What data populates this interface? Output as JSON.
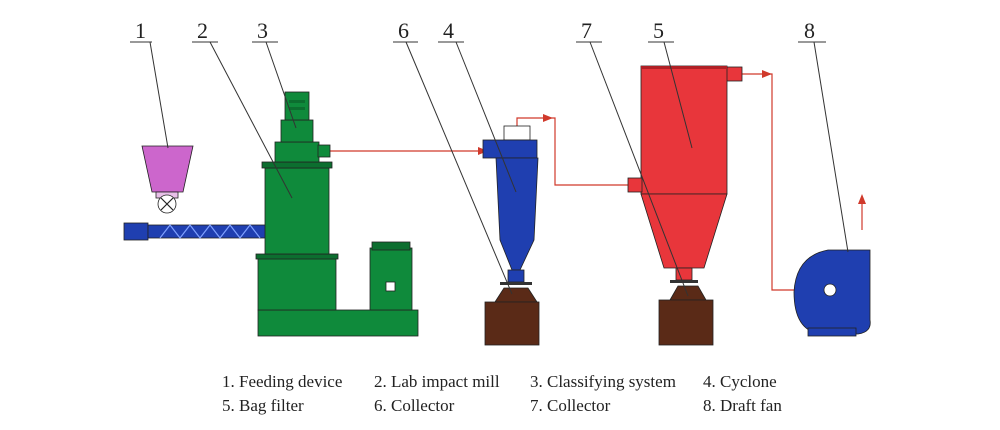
{
  "labels": {
    "n1": "1",
    "n2": "2",
    "n3": "3",
    "n4": "4",
    "n5": "5",
    "n6": "6",
    "n7": "7",
    "n8": "8"
  },
  "legend": {
    "item1": "1. Feeding device",
    "item2": "2. Lab impact mill",
    "item3": "3. Classifying system",
    "item4": "4. Cyclone",
    "item5": "5. Bag filter",
    "item6": "6. Collector",
    "item7": "7. Collector",
    "item8": "8. Draft fan"
  },
  "colors": {
    "hopper": "#cc66cc",
    "mill": "#0f8a3b",
    "cyclone": "#1f3fb0",
    "bag_filter": "#e8363b",
    "collector": "#5a2a17",
    "fan": "#1f3fb0",
    "flow_line": "#d0392b"
  }
}
